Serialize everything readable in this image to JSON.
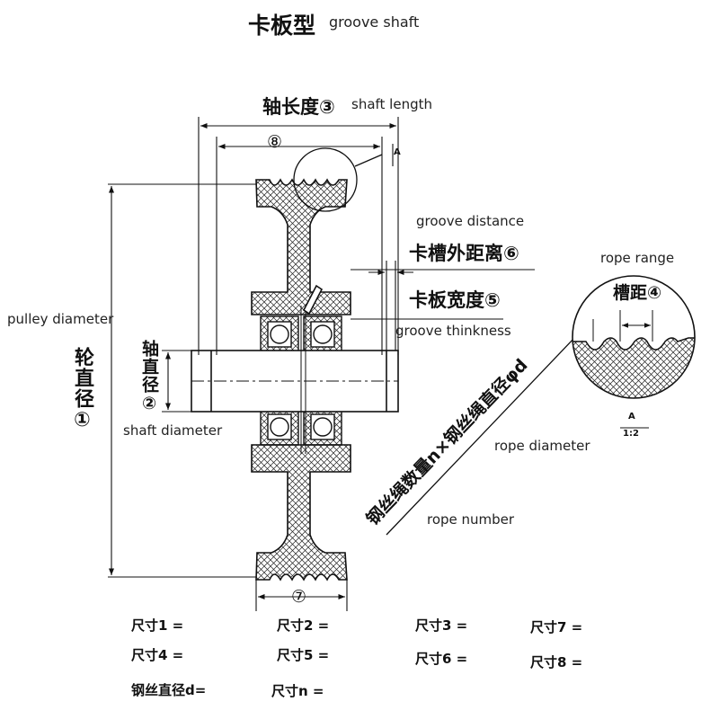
{
  "title": {
    "cn": "卡板型",
    "en": "groove shaft"
  },
  "labels": {
    "shaft_length_cn": "轴长度③",
    "shaft_length_en": "shaft length",
    "dim8": "⑧",
    "groove_distance_en": "groove distance",
    "groove_distance_cn": "卡槽外距离⑥",
    "groove_width_cn": "卡板宽度⑤",
    "groove_thickness_en": "groove thinkness",
    "rope_range_en": "rope range",
    "rope_range_cn": "槽距④",
    "pulley_diameter_en": "pulley diameter",
    "pulley_diameter_cn": "轮直径①",
    "shaft_diameter_cn": "轴直径②",
    "shaft_diameter_en": "shaft diameter",
    "rope_diameter_en": "rope diameter",
    "rope_formula_cn": "钢丝绳数量n×钢丝绳直径φd",
    "rope_number_en": "rope number",
    "dim7": "⑦",
    "detail_tag": "A",
    "detail_tag2": "A",
    "detail_scale": "1:2"
  },
  "dimensions": {
    "d1": "尺寸1 =",
    "d2": "尺寸2 =",
    "d3": "尺寸3 =",
    "d7": "尺寸7 =",
    "d4": "尺寸4 =",
    "d5": "尺寸5 =",
    "d6": "尺寸6 =",
    "d8": "尺寸8 =",
    "rope_d": "钢丝直径d=",
    "rope_n": "尺寸n ="
  }
}
